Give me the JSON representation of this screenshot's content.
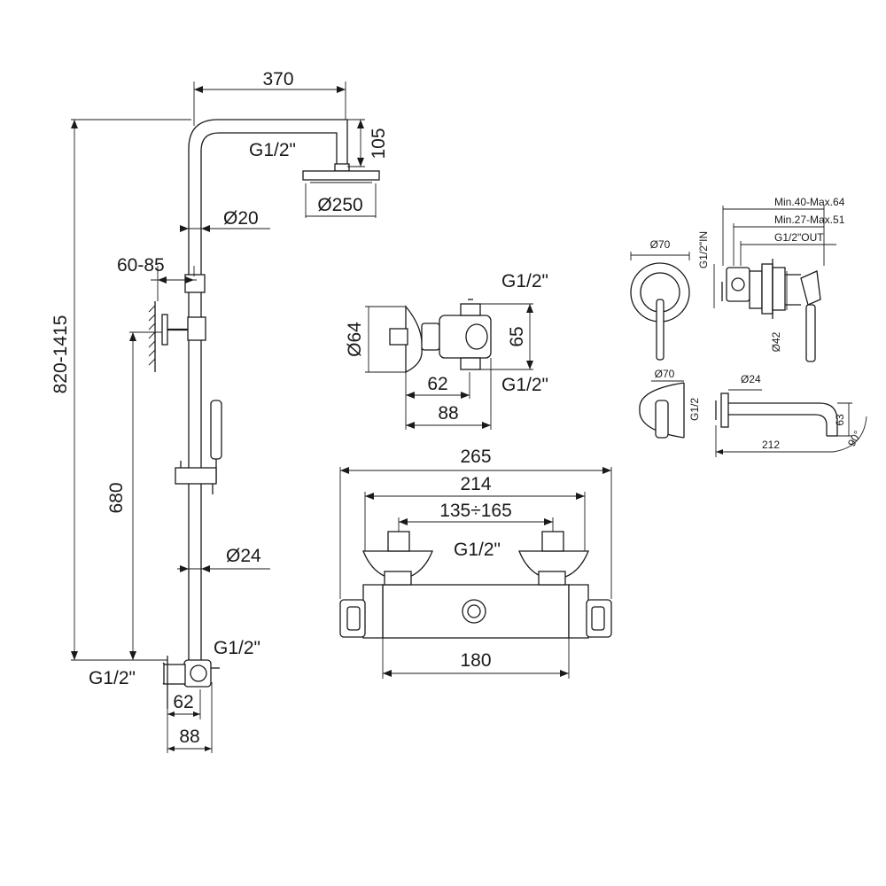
{
  "shower_column": {
    "arm_length": "370",
    "arm_drop": "105",
    "head_connection": "G1/2\"",
    "head_diameter": "Ø250",
    "upper_tube_diameter": "Ø20",
    "bracket_offset": "60-85",
    "total_height": "820-1415",
    "bracket_height": "680",
    "lower_tube_diameter": "Ø24",
    "inlet_right": "G1/2\"",
    "inlet_left": "G1/2\"",
    "eccentric_depth": "62",
    "mixer_depth": "88"
  },
  "side_view": {
    "top_thread": "G1/2\"",
    "flange_diameter": "Ø64",
    "height": "65",
    "bottom_thread": "G1/2\"",
    "depth_short": "62",
    "depth_long": "88"
  },
  "front_view": {
    "overall_width": "265",
    "knob_span": "214",
    "inlet_spacing": "135÷165",
    "inlet_thread": "G1/2\"",
    "body_width": "180"
  },
  "concealed_mixer": {
    "max_depth": "Min.40-Max.64",
    "min_depth": "Min.27-Max.51",
    "outlet": "G1/2\"OUT",
    "inlet": "G1/2\"IN",
    "plate_diameter": "Ø70",
    "body_diameter": "Ø42"
  },
  "spout": {
    "plate_diameter": "Ø70",
    "spout_diameter": "Ø24",
    "connection": "G1/2",
    "height": "63",
    "projection": "212",
    "angle": "90°"
  }
}
